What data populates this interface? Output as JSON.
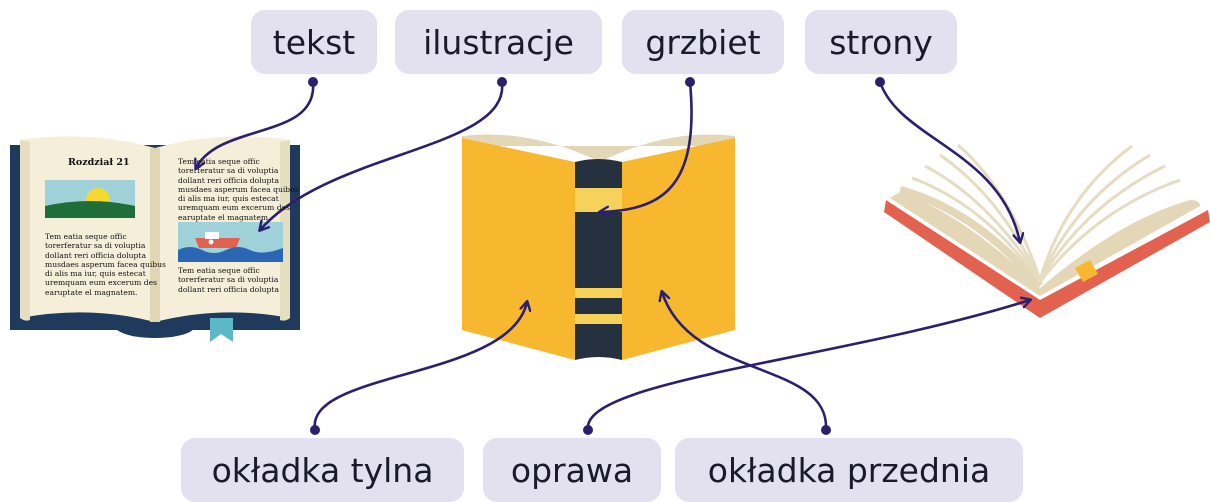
{
  "labels": {
    "tekst": "tekst",
    "ilustracje": "ilustracje",
    "grzbiet": "grzbiet",
    "strony": "strony",
    "okladka_tylna": "okładka tylna",
    "oprawa": "oprawa",
    "okladka_przednia": "okładka przednia"
  },
  "book_page": {
    "chapter": "Rozdział 21",
    "left_text": "Tem eatia seque offic\ntorerferatur sa di voluptia\ndollant reri officia dolupta\nmusdaes asperum faceа quibus\ndi alis ma iur, quis estecat\nuremquam eum excerum des\nearuptate el magnatem.",
    "right_text_top": "Tem eatia seque offic\ntorerferatur sa di voluptia\ndollant reri officia dolupta\nmusdaes asperum faceа quibus\ndi alis ma iur, quis estecat\nuremquam eum excerum des\nearuptate el magnatem.",
    "right_text_bottom": "Tem eatia seque offic\ntorerferatur sa di voluptia\ndollant reri officia dolupta"
  },
  "colors": {
    "label_bg": "#e3e0ef",
    "arrow": "#2b1f6e",
    "cover_yellow": "#f7b72e",
    "spine_dark": "#263140",
    "book_navy": "#1f3a5c",
    "page_cream": "#f5efda",
    "red_cover": "#e2614f"
  }
}
